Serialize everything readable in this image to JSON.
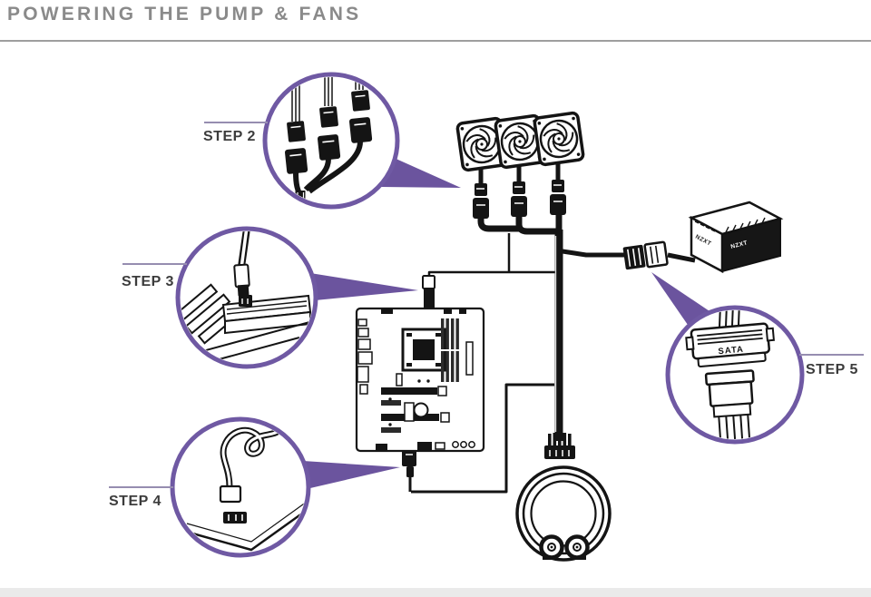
{
  "header": {
    "title": "POWERING THE PUMP & FANS"
  },
  "colors": {
    "accent_purple": "#6b549e",
    "callout_stroke": "#6f59a3",
    "title_gray": "#8a8a8a",
    "rule_gray": "#9e9e9e",
    "label_line_gray": "#968db0",
    "ink_black": "#141414",
    "step_text_gray": "#3c3c3c",
    "footer_band_gray": "#eaeaea"
  },
  "callouts": [
    {
      "id": 2,
      "label": "STEP 2",
      "depicts": "fan-splitter-cable"
    },
    {
      "id": 3,
      "label": "STEP 3",
      "depicts": "fan-header-plug-in"
    },
    {
      "id": 4,
      "label": "STEP 4",
      "depicts": "usb-header-cable"
    },
    {
      "id": 5,
      "label": "STEP 5",
      "depicts": "sata-power-connection"
    }
  ],
  "diagram": {
    "psu_brand": "NZXT",
    "sata_connector_label": "SATA",
    "components": [
      "three-fans",
      "fan-splitter",
      "power-supply",
      "motherboard",
      "pump"
    ]
  }
}
